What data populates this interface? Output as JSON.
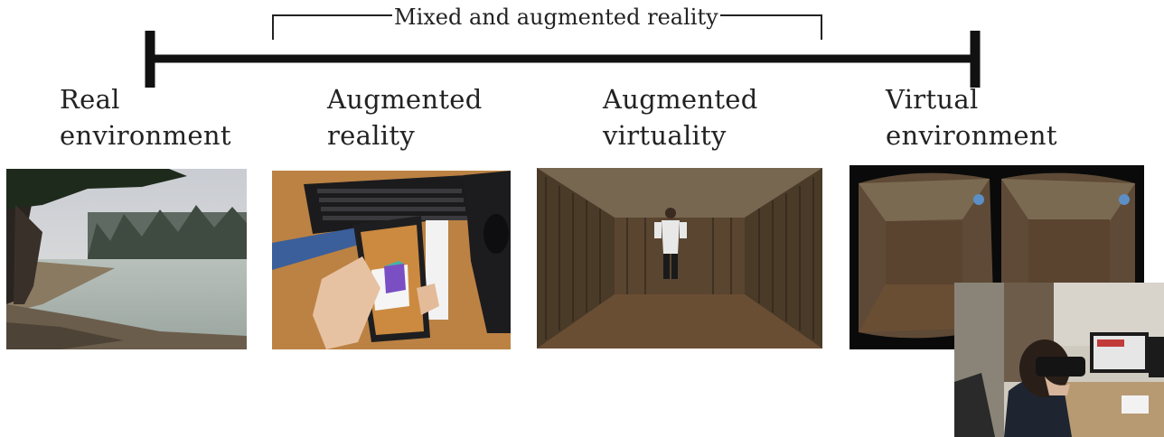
{
  "bracket": {
    "title": "Mixed and augmented reality"
  },
  "continuum": {
    "stages": [
      {
        "label": "Real\nenvironment",
        "image": "lake-landscape-photo"
      },
      {
        "label": "Augmented\nreality",
        "image": "smartphone-ar-photo"
      },
      {
        "label": "Augmented\nvirtuality",
        "image": "person-in-virtual-room-photo"
      },
      {
        "label": "Virtual\nenvironment",
        "image": "stereo-vr-view-photo"
      }
    ],
    "inset_image": "person-wearing-vr-headset-photo"
  },
  "colors": {
    "axis": "#111111",
    "text": "#222222"
  }
}
